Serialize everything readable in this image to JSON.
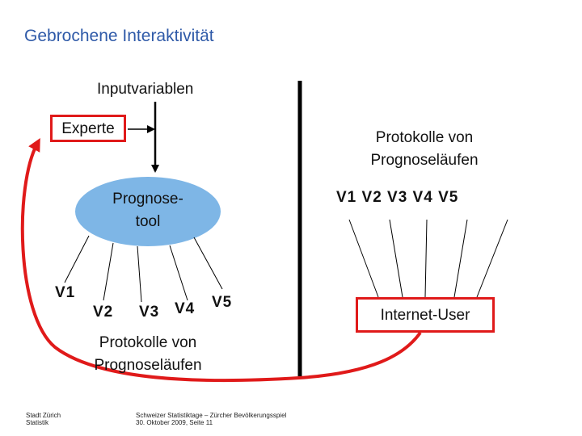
{
  "title": "Gebrochene Interaktivität",
  "inputs_label": "Inputvariablen",
  "expert_label": "Experte",
  "tool_line1": "Prognose-",
  "tool_line2": "tool",
  "protocols_right_line1": "Protokolle von",
  "protocols_right_line2": "Prognoseläufen",
  "right_versions": "V1  V2  V3  V4  V5",
  "internet_user_label": "Internet-User",
  "left_versions": {
    "v1": "V1",
    "v2": "V2",
    "v3": "V3",
    "v4": "V4",
    "v5": "V5"
  },
  "protocols_left_line1": "Protokolle von",
  "protocols_left_line2": "Prognoseläufen",
  "footer_left_line1": "Stadt Zürich",
  "footer_left_line2": "Statistik",
  "footer_center_line1": "Schweizer Statistiktage – Zürcher Bevölkerungsspiel",
  "footer_center_line2": "30. Oktober 2009, Seite 11",
  "colors": {
    "title": "#2f5aa8",
    "ellipse": "#7eb6e6",
    "frame": "#e01a1a",
    "divider": "#000000"
  }
}
